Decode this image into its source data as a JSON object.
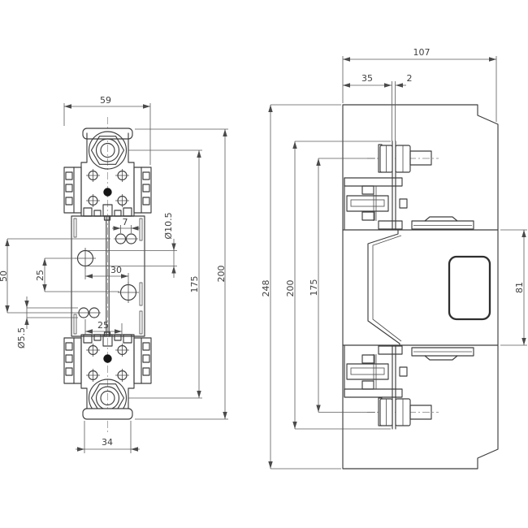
{
  "drawing": {
    "front_view": {
      "dim_width_top": "59",
      "dim_hole_spacing_7": "7",
      "dim_hole_dia_large": "Ø10.5",
      "dim_hole_spacing_30": "30",
      "dim_hole_spacing_25_bottom": "25",
      "dim_vertical_50": "50",
      "dim_vertical_25": "25",
      "dim_hole_dia_small": "Ø5.5",
      "dim_bolt_pitch_175": "175",
      "dim_overall_200": "200",
      "dim_base_width_34": "34"
    },
    "side_view": {
      "dim_overall_width_107": "107",
      "dim_offset_35": "35",
      "dim_blade_thickness_2": "2",
      "dim_overall_height_248": "248",
      "dim_blade_span_200": "200",
      "dim_bolt_pitch_175": "175",
      "dim_window_81": "81"
    },
    "colors": {
      "line": "#3d3d3d",
      "dimension": "#5a5a5a",
      "background": "#ffffff"
    }
  }
}
